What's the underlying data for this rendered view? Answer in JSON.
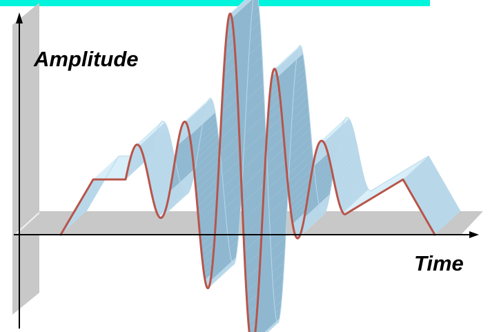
{
  "labels": {
    "amplitude": "Amplitude",
    "time": "Time"
  },
  "colors": {
    "top_bar": "#00f5dc",
    "plane": "#c8c8c8",
    "plane_edge": "#f2f2f2",
    "ribbon_light": "#d8eef8",
    "ribbon_mid": "#b8d8ea",
    "ribbon_dark": "#8fb8d0",
    "curve": "#b85449",
    "axis": "#000000"
  },
  "icons": {
    "x_axis_arrow": "arrowhead-right",
    "y_axis_arrow": "arrowhead-up"
  }
}
